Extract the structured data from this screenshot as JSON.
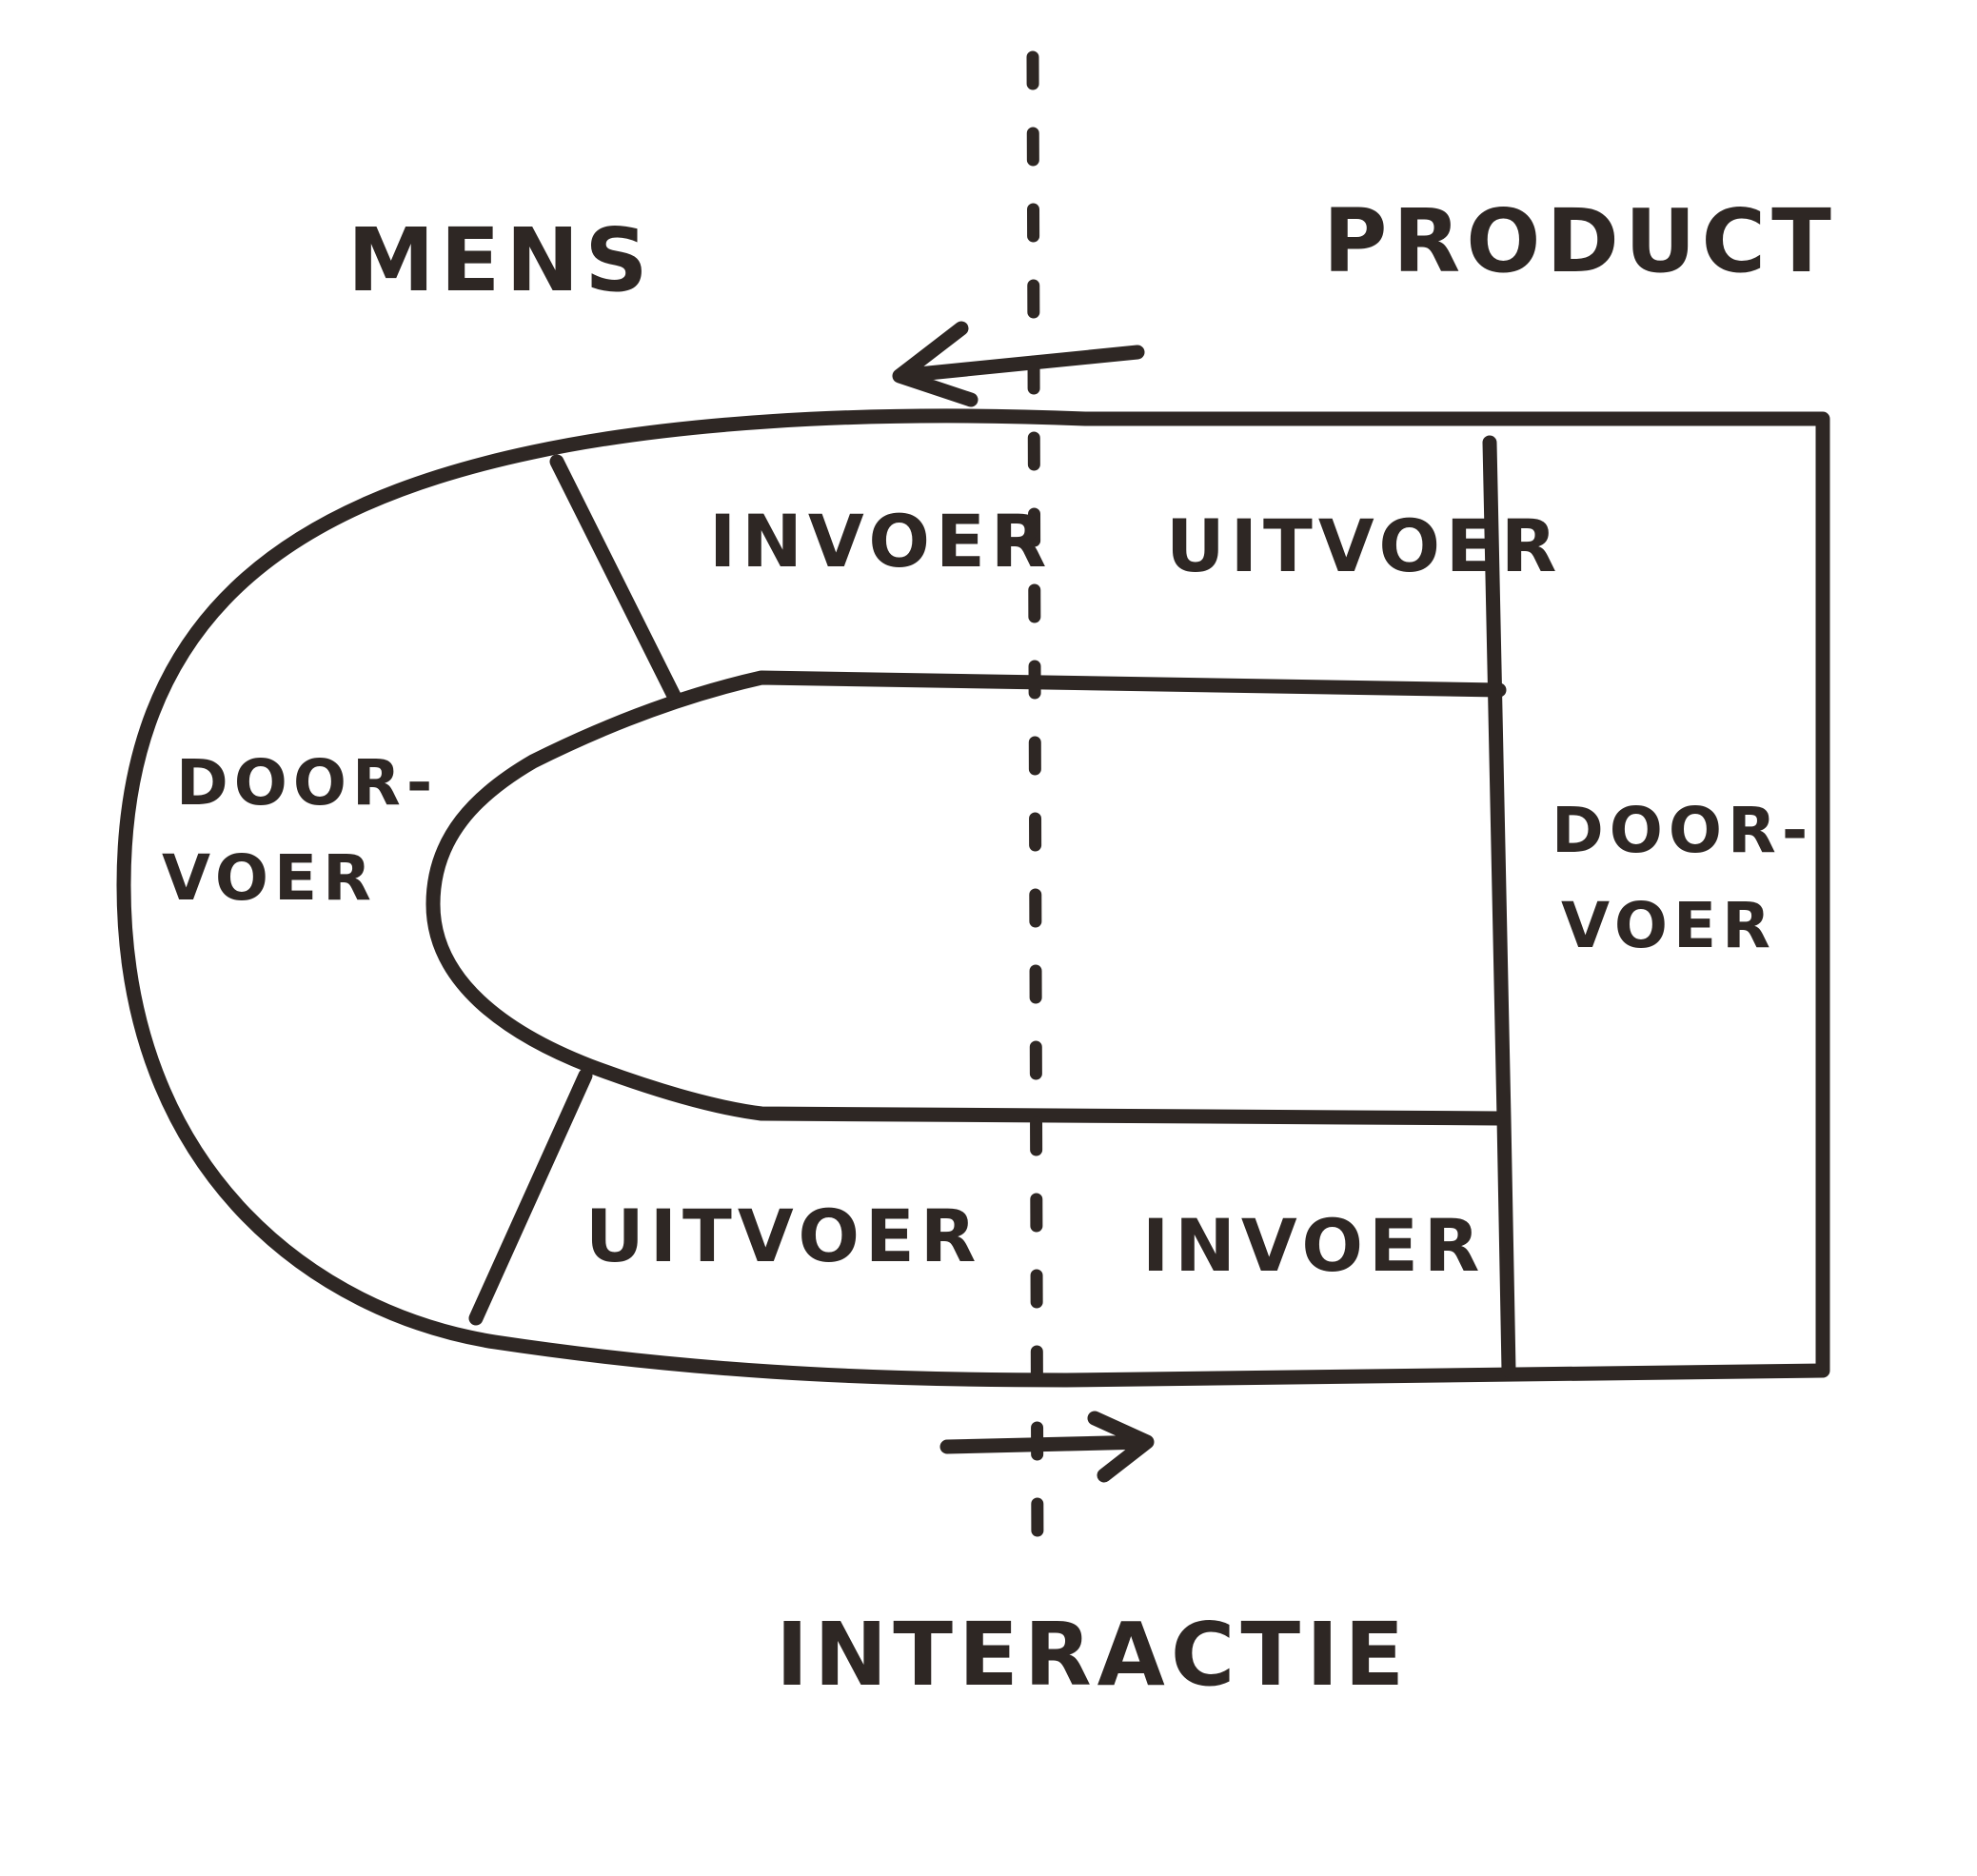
{
  "labels": {
    "human": "MENS",
    "product": "PRODUCT",
    "interaction": "INTERACTIE",
    "top_left_input": "INVOER",
    "top_right_output": "UITVOER",
    "bottom_left_output": "UITVOER",
    "bottom_right_input": "INVOER",
    "left_processing_line1": "DOOR-",
    "left_processing_line2": "VOER",
    "right_processing_line1": "DOOR-",
    "right_processing_line2": "VOER"
  },
  "colors": {
    "ink": "#2e2724",
    "paper": "#ffffff"
  }
}
